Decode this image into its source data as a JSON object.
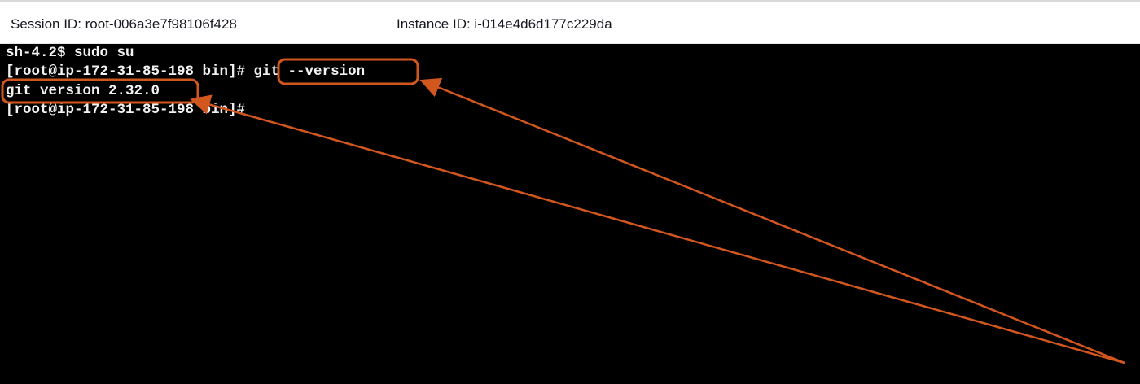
{
  "header": {
    "session_label": "Session ID: root-006a3e7f98106f428",
    "instance_label": "Instance ID: i-014e4d6d177c229da"
  },
  "terminal": {
    "lines": [
      "sh-4.2$ sudo su",
      "[root@ip-172-31-85-198 bin]# git --version",
      "git version 2.32.0",
      "[root@ip-172-31-85-198 bin]#"
    ]
  },
  "annotation": {
    "color": "#d2571f"
  }
}
